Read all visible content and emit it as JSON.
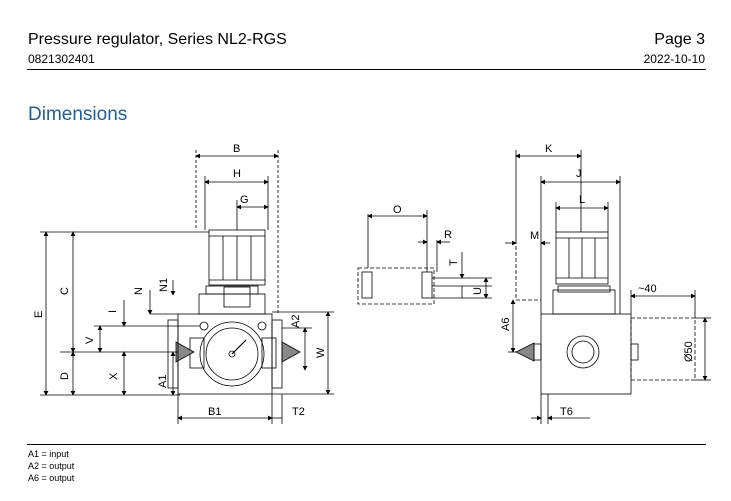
{
  "header": {
    "title": "Pressure regulator, Series NL2-RGS",
    "page": "Page 3",
    "part_number": "0821302401",
    "date": "2022-10-10"
  },
  "section_title": "Dimensions",
  "dim_labels": {
    "B": "B",
    "H": "H",
    "G": "G",
    "C": "C",
    "E": "E",
    "N1": "N1",
    "N": "N",
    "I": "I",
    "V": "V",
    "D": "D",
    "X": "X",
    "A1": "A1",
    "A2": "A2",
    "W": "W",
    "B1": "B1",
    "T2": "T2",
    "O": "O",
    "R": "R",
    "T": "T",
    "U": "U",
    "K": "K",
    "J": "J",
    "L": "L",
    "M": "M",
    "A6": "A6",
    "approx40": "~40",
    "dia50": "Ø50",
    "T6": "T6"
  },
  "notes": [
    "A1 = input",
    "A2 = output",
    "A6 = output"
  ]
}
